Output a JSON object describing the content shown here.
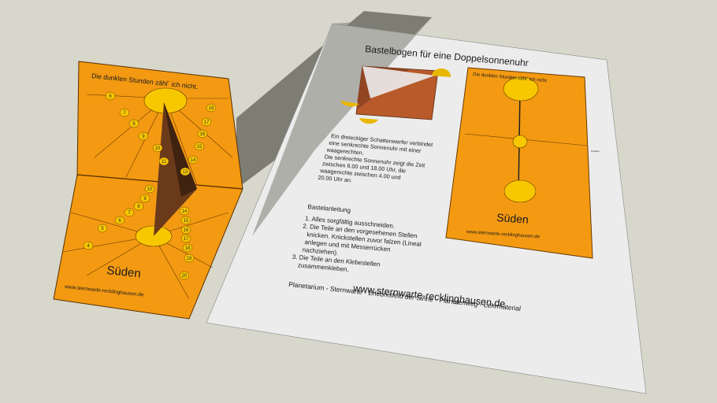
{
  "colors": {
    "background": "#d8d7cb",
    "paper": "#ececec",
    "dial": "#f39a12",
    "sun": "#f7c700",
    "gnomon": "#6b3a1a",
    "shadow": "#7d7d74"
  },
  "model": {
    "top_caption": "Die dunklen Stunden zähl´ ich nicht.",
    "south_label": "Süden",
    "website": "www.sternwarte-recklinghausen.de",
    "upper_numbers": [
      "6",
      "7",
      "8",
      "9",
      "10",
      "11",
      "18",
      "17",
      "16",
      "15",
      "14",
      "13"
    ],
    "lower_numbers": [
      "4",
      "5",
      "6",
      "7",
      "8",
      "9",
      "10",
      "14",
      "15",
      "16",
      "17",
      "18",
      "19",
      "20"
    ]
  },
  "sheet": {
    "title": "Bastelbogen für eine Doppelsonnenuhr",
    "description": [
      "Ein dreieckiger Schattenwerfer verbindet",
      "eine senkrechte Sonnenuhr mit einer",
      "waagerechten.",
      "Die senkrechte Sonnenuhr zeigt die Zeit",
      "zwischen 6.00 und 18.00 Uhr, die",
      "waagerechte zwischen 4.00 und",
      "20.00 Uhr an."
    ],
    "instructions_heading": "Bastelanleitung",
    "instructions": [
      "1. Alles sorgfältig ausschneiden.",
      "2. Die Teile an den vorgesehenen Stellen",
      "knicken. Knickstellen zuvor falzen (Lineal",
      "anlegen und mit Messerrücken",
      "nachziehen).",
      "3. Die Teile an den Klebestellen",
      "zusammenkleben."
    ],
    "dial_caption": "Die dunklen Stunden zähl´ ich nicht.",
    "dial_south": "Süden",
    "dial_website": "www.sternwarte-recklinghausen.de",
    "fold_label": "Knicken",
    "footer_website": "www.sternwarte-recklinghausen.de",
    "footer_tagline": "Planetarium - Sternwarte - Erlebnisfeld der Sinne - Planetenweg - Lehrmaterial"
  }
}
